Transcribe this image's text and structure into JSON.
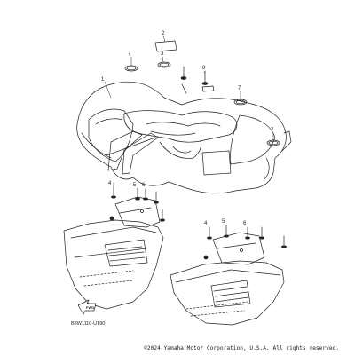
{
  "diagram": {
    "callouts": [
      {
        "id": "c1",
        "text": "1"
      },
      {
        "id": "c2",
        "text": "2"
      },
      {
        "id": "c3",
        "text": "3"
      },
      {
        "id": "c4",
        "text": "4"
      },
      {
        "id": "c5",
        "text": "5"
      },
      {
        "id": "c6",
        "text": "6"
      },
      {
        "id": "c7",
        "text": "7"
      },
      {
        "id": "c8",
        "text": "8"
      }
    ],
    "fwd_label": "FWD",
    "part_code": "B8W1110-U190"
  },
  "footer": {
    "copyright": "©2024 Yamaha Motor Corporation, U.S.A. All rights reserved."
  }
}
